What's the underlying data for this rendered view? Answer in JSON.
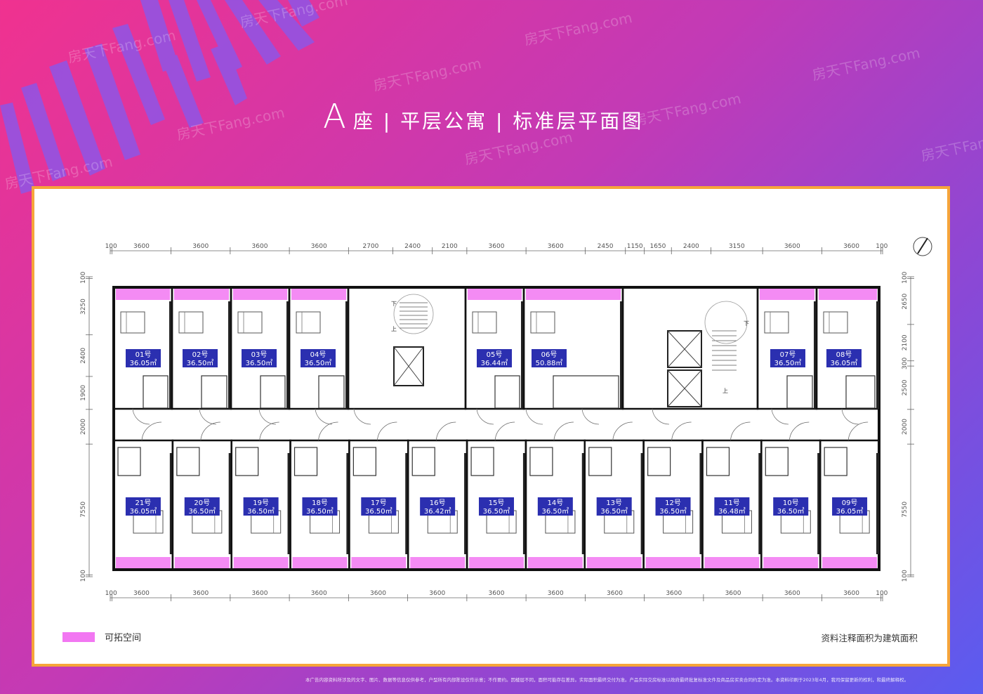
{
  "title": {
    "letter": "A",
    "text": "座 | 平层公寓 | 标准层平面图"
  },
  "watermark_text": "房天下Fang.com",
  "dimensions": {
    "top": [
      "100",
      "3600",
      "3600",
      "3600",
      "3600",
      "2700",
      "2400",
      "2100",
      "3600",
      "3600",
      "2450",
      "1150",
      "1650",
      "2400",
      "3150",
      "3600",
      "3600",
      "100"
    ],
    "bottom": [
      "100",
      "3600",
      "3600",
      "3600",
      "3600",
      "3600",
      "3600",
      "3600",
      "3600",
      "3600",
      "3600",
      "3600",
      "3600",
      "3600",
      "100"
    ],
    "left": [
      "100",
      "3250",
      "2400",
      "1900",
      "2000",
      "7550",
      "100"
    ],
    "right": [
      "100",
      "2650",
      "2100",
      "300",
      "2500",
      "2000",
      "7550",
      "100"
    ]
  },
  "units_top": [
    {
      "num": "01号",
      "area": "36.05㎡"
    },
    {
      "num": "02号",
      "area": "36.50㎡"
    },
    {
      "num": "03号",
      "area": "36.50㎡"
    },
    {
      "num": "04号",
      "area": "36.50㎡"
    },
    {
      "num": "05号",
      "area": "36.44㎡"
    },
    {
      "num": "06号",
      "area": "50.88㎡"
    },
    {
      "num": "07号",
      "area": "36.50㎡"
    },
    {
      "num": "08号",
      "area": "36.05㎡"
    }
  ],
  "units_bottom": [
    {
      "num": "21号",
      "area": "36.05㎡"
    },
    {
      "num": "20号",
      "area": "36.50㎡"
    },
    {
      "num": "19号",
      "area": "36.50㎡"
    },
    {
      "num": "18号",
      "area": "36.50㎡"
    },
    {
      "num": "17号",
      "area": "36.50㎡"
    },
    {
      "num": "16号",
      "area": "36.42㎡"
    },
    {
      "num": "15号",
      "area": "36.50㎡"
    },
    {
      "num": "14号",
      "area": "36.50㎡"
    },
    {
      "num": "13号",
      "area": "36.50㎡"
    },
    {
      "num": "12号",
      "area": "36.50㎡"
    },
    {
      "num": "11号",
      "area": "36.48㎡"
    },
    {
      "num": "10号",
      "area": "36.50㎡"
    },
    {
      "num": "09号",
      "area": "36.05㎡"
    }
  ],
  "stair_up": "上",
  "stair_down": "下",
  "legend": {
    "label": "可拓空间",
    "color": "#f277f2"
  },
  "note": "资料注释面积为建筑面积",
  "disclaimer": "本广告内容资料所涉及的文字、图片、数据等信息仅供参考，户型所有内部陈设仅作示意；不作要约。因楼层不同，面积可能存在差异。实际面积最终交付为准。产品实际交房标准以政府最终批复标准文件及商品房买卖合同约定为准。本资料印刷于2023年4月，我司保留更新的权利，和最终解释权。",
  "colors": {
    "unit_label_bg": "#2b2fb0",
    "extension": "#f277f2",
    "frame": "#f6a53a",
    "wall": "#111111"
  }
}
